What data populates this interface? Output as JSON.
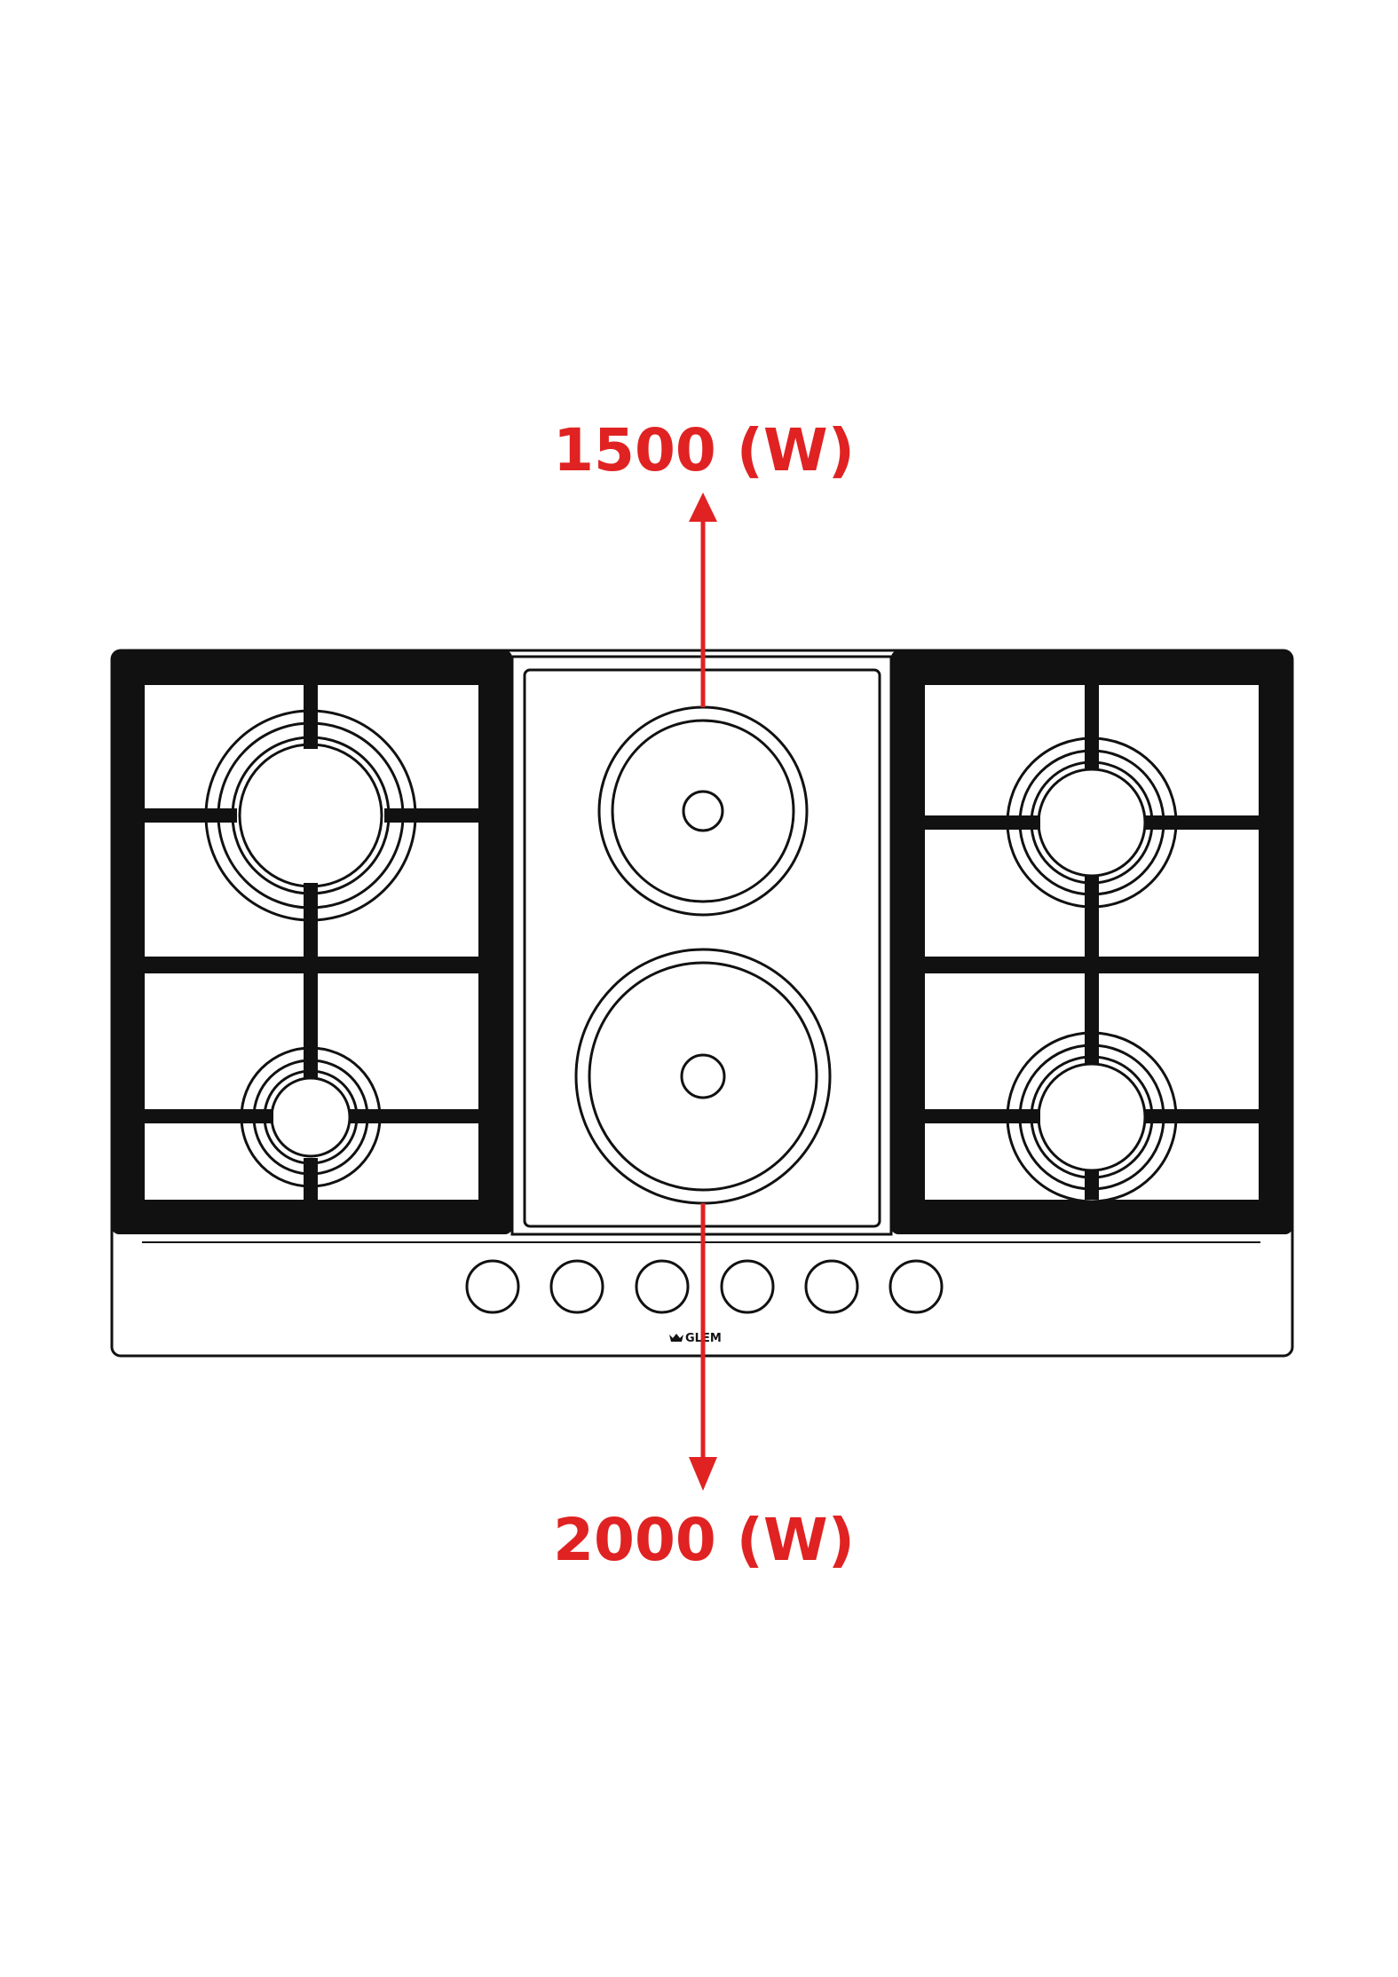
{
  "callouts": {
    "top_power": "1500 (W)",
    "bottom_power": "2000 (W)"
  },
  "brand": {
    "name": "GLEM",
    "mark_icon": "crown-icon"
  },
  "colors": {
    "callout": "#e02222",
    "outline": "#111111",
    "background": "#ffffff"
  },
  "hob": {
    "gas_burners": 4,
    "electric_plates": 2,
    "control_knobs": 6
  }
}
